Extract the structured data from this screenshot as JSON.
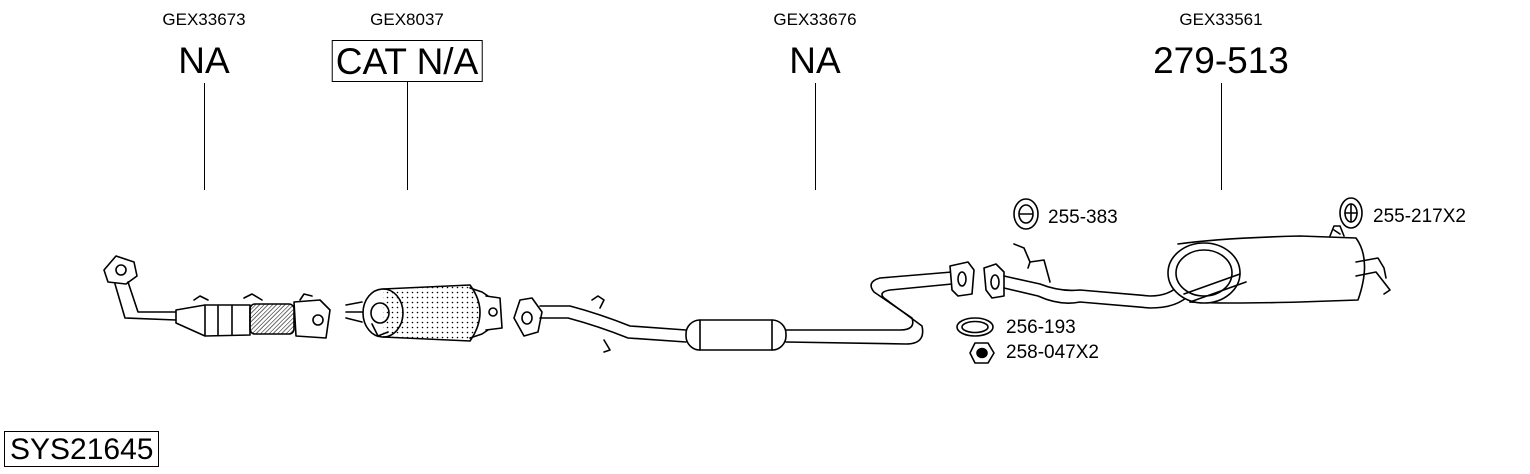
{
  "parts": [
    {
      "code": "GEX33673",
      "number": "NA",
      "boxed": false
    },
    {
      "code": "GEX8037",
      "number": "CAT N/A",
      "boxed": true
    },
    {
      "code": "GEX33676",
      "number": "NA",
      "boxed": false
    },
    {
      "code": "GEX33561",
      "number": "279-513",
      "boxed": false
    }
  ],
  "accessories": [
    {
      "label": "255-383",
      "icon": "rubber-hanger-icon"
    },
    {
      "label": "255-217X2",
      "icon": "rubber-hanger-icon"
    },
    {
      "label": "256-193",
      "icon": "gasket-ring-icon"
    },
    {
      "label": "258-047X2",
      "icon": "flange-nut-icon"
    }
  ],
  "system": {
    "label": "SYS21645"
  },
  "colors": {
    "line": "#000000",
    "background": "#ffffff"
  }
}
